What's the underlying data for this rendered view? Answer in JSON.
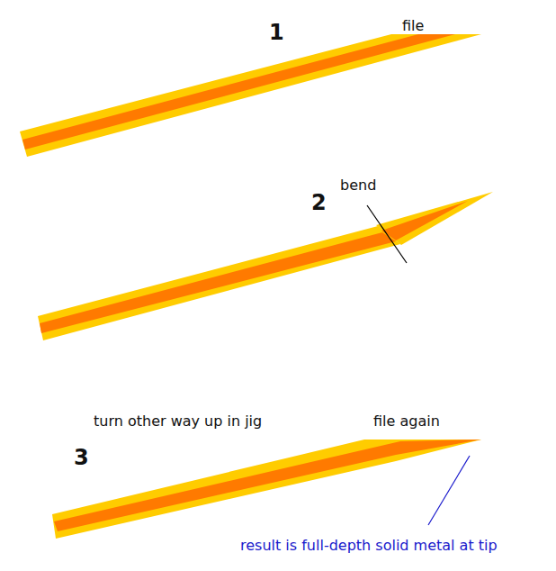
{
  "diagram": {
    "labels": [
      "1",
      "file",
      "bend",
      "2",
      "turn other way up in jig",
      "file again",
      "3",
      "result is full-depth solid metal at tip"
    ]
  }
}
